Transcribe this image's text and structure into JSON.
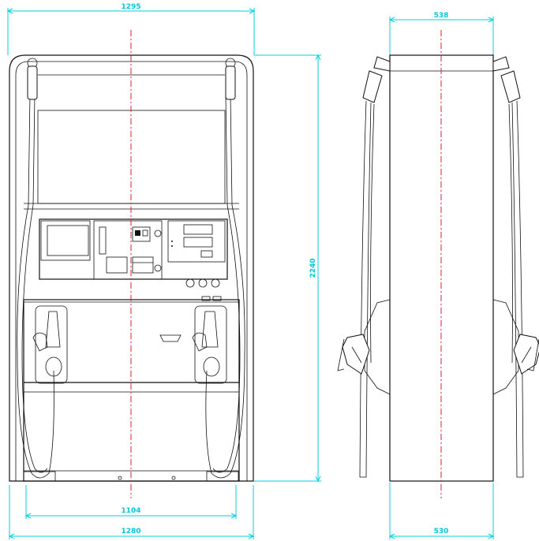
{
  "dimensions": {
    "front_top_width": "1295",
    "front_rail_width": "1104",
    "front_base_width": "1280",
    "height": "2240",
    "side_top_width": "538",
    "side_base_width": "530"
  },
  "colors": {
    "dimension": "#00d0e0",
    "outline": "#111111",
    "centerline": "#e0202a"
  }
}
